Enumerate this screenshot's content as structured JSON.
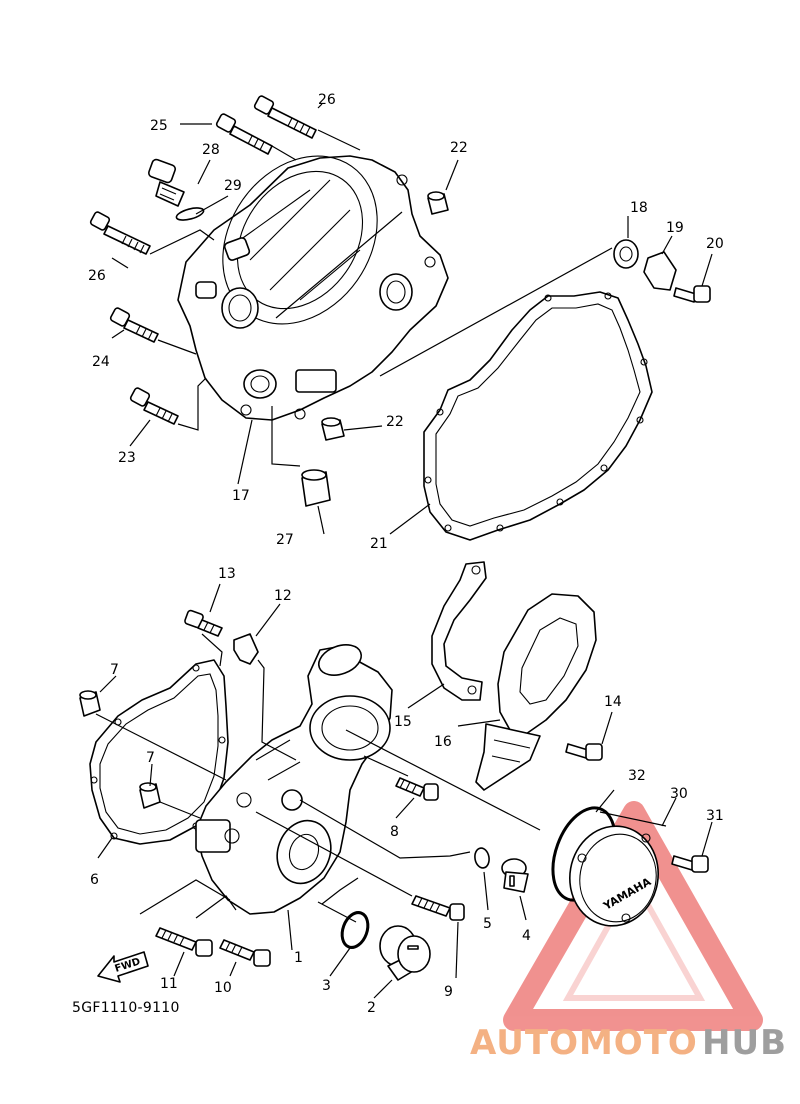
{
  "diagram": {
    "callouts": [
      {
        "id": "c1",
        "label": "1"
      },
      {
        "id": "c2",
        "label": "2"
      },
      {
        "id": "c3",
        "label": "3"
      },
      {
        "id": "c4",
        "label": "4"
      },
      {
        "id": "c5",
        "label": "5"
      },
      {
        "id": "c6",
        "label": "6"
      },
      {
        "id": "c7a",
        "label": "7"
      },
      {
        "id": "c7b",
        "label": "7"
      },
      {
        "id": "c8",
        "label": "8"
      },
      {
        "id": "c9",
        "label": "9"
      },
      {
        "id": "c10",
        "label": "10"
      },
      {
        "id": "c11",
        "label": "11"
      },
      {
        "id": "c12",
        "label": "12"
      },
      {
        "id": "c13",
        "label": "13"
      },
      {
        "id": "c14",
        "label": "14"
      },
      {
        "id": "c15",
        "label": "15"
      },
      {
        "id": "c16",
        "label": "16"
      },
      {
        "id": "c17",
        "label": "17"
      },
      {
        "id": "c18",
        "label": "18"
      },
      {
        "id": "c19",
        "label": "19"
      },
      {
        "id": "c20",
        "label": "20"
      },
      {
        "id": "c21",
        "label": "21"
      },
      {
        "id": "c22a",
        "label": "22"
      },
      {
        "id": "c22b",
        "label": "22"
      },
      {
        "id": "c23",
        "label": "23"
      },
      {
        "id": "c24",
        "label": "24"
      },
      {
        "id": "c25",
        "label": "25"
      },
      {
        "id": "c26a",
        "label": "26"
      },
      {
        "id": "c26b",
        "label": "26"
      },
      {
        "id": "c27",
        "label": "27"
      },
      {
        "id": "c28",
        "label": "28"
      },
      {
        "id": "c29",
        "label": "29"
      },
      {
        "id": "c30",
        "label": "30"
      },
      {
        "id": "c31",
        "label": "31"
      },
      {
        "id": "c32",
        "label": "32"
      }
    ],
    "diagram_code": "5GF1110-9110",
    "fwd_label": "FWD",
    "emblem_text": "YAMAHA"
  },
  "watermark": {
    "part1": "AUTOMOTO",
    "part2": "HUB",
    "color_primary": "#f4b183",
    "color_secondary": "#9e9e9e",
    "logo_color": "#e53935"
  }
}
